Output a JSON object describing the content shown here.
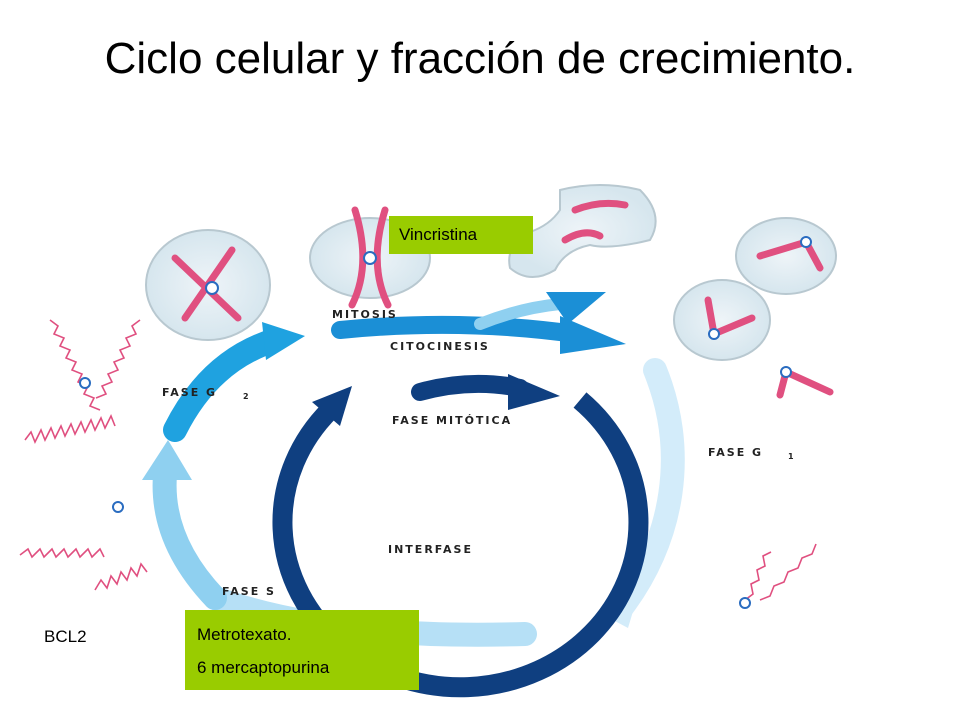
{
  "title": "Ciclo celular y fracción de crecimiento.",
  "labels": {
    "mitosis": "MITOSIS",
    "citocinesis": "CITOCINESIS",
    "fase_mitotica": "FASE MITÓTICA",
    "interfase": "INTERFASE",
    "fase_g2": "FASE G",
    "fase_g2_sub": "2",
    "fase_g1": "FASE G",
    "fase_g1_sub": "1",
    "fase_s": "FASE S"
  },
  "callouts": {
    "vincristina": "Vincristina",
    "drug_line1": "Metrotexato.",
    "drug_line2": "6 mercaptopurina",
    "bcl2": "BCL2"
  },
  "colors": {
    "dark_blue": "#0f3f80",
    "mid_blue": "#1fa2e0",
    "light_blue": "#8fd0f0",
    "pale_blue": "#cfe9f8",
    "chromosome": "#e05080",
    "callout_green": "#99cc00"
  }
}
